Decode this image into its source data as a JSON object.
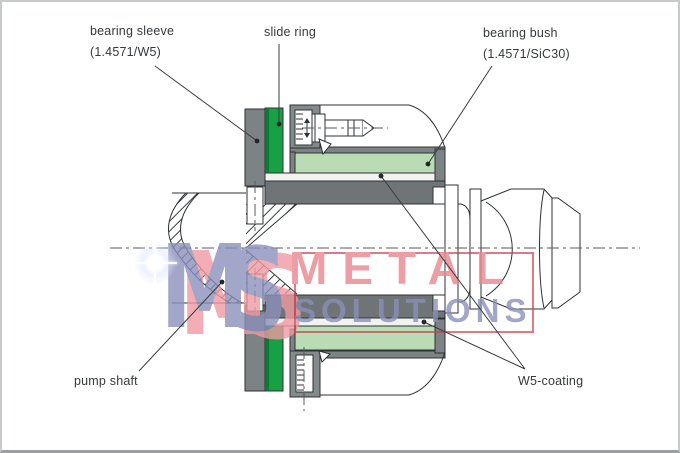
{
  "diagram": {
    "labels": {
      "bearing_sleeve_1": "bearing sleeve",
      "bearing_sleeve_2": "(1.4571/W5)",
      "slide_ring": "slide ring",
      "bearing_bush_1": "bearing bush",
      "bearing_bush_2": "(1.4571/SiC30)",
      "pump_shaft": "pump shaft",
      "w5_coating": "W5-coating"
    },
    "colors": {
      "slide_ring_green": "#17a046",
      "slide_ring_edge_green": "#0c7c34",
      "bearing_bush_green": "#b9dcb4",
      "structure_gray": "#7d8284",
      "sleeve_band_gray": "#6f7476",
      "line": "#2e3234"
    }
  },
  "watermark": {
    "logo_letter_m": "M",
    "logo_letter_s": "S",
    "metal": "METAL",
    "solutions": "SOLUTIONS",
    "accent_red": "#e8868e",
    "accent_blue": "#8b90bb"
  }
}
